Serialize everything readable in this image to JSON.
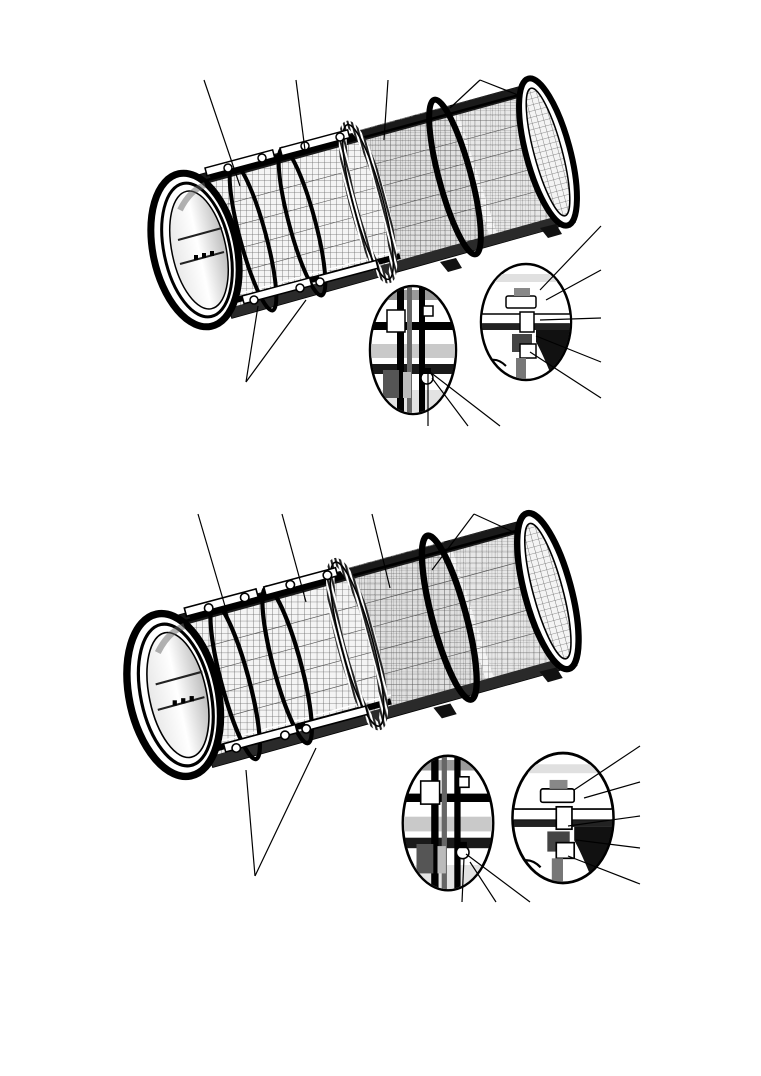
{
  "figures": [
    {
      "id": "upper",
      "leader_count": 14,
      "detail_views": [
        "bolt-clamp-detail",
        "flange-section-detail"
      ]
    },
    {
      "id": "lower",
      "leader_count": 14,
      "detail_views": [
        "bolt-clamp-detail",
        "flange-section-detail"
      ]
    }
  ],
  "colors": {
    "ink": "#000000",
    "paper": "#ffffff",
    "mid_gray": "#9a9a9a",
    "light_gray": "#d8d8d8",
    "dark_gray": "#4a4a4a"
  }
}
